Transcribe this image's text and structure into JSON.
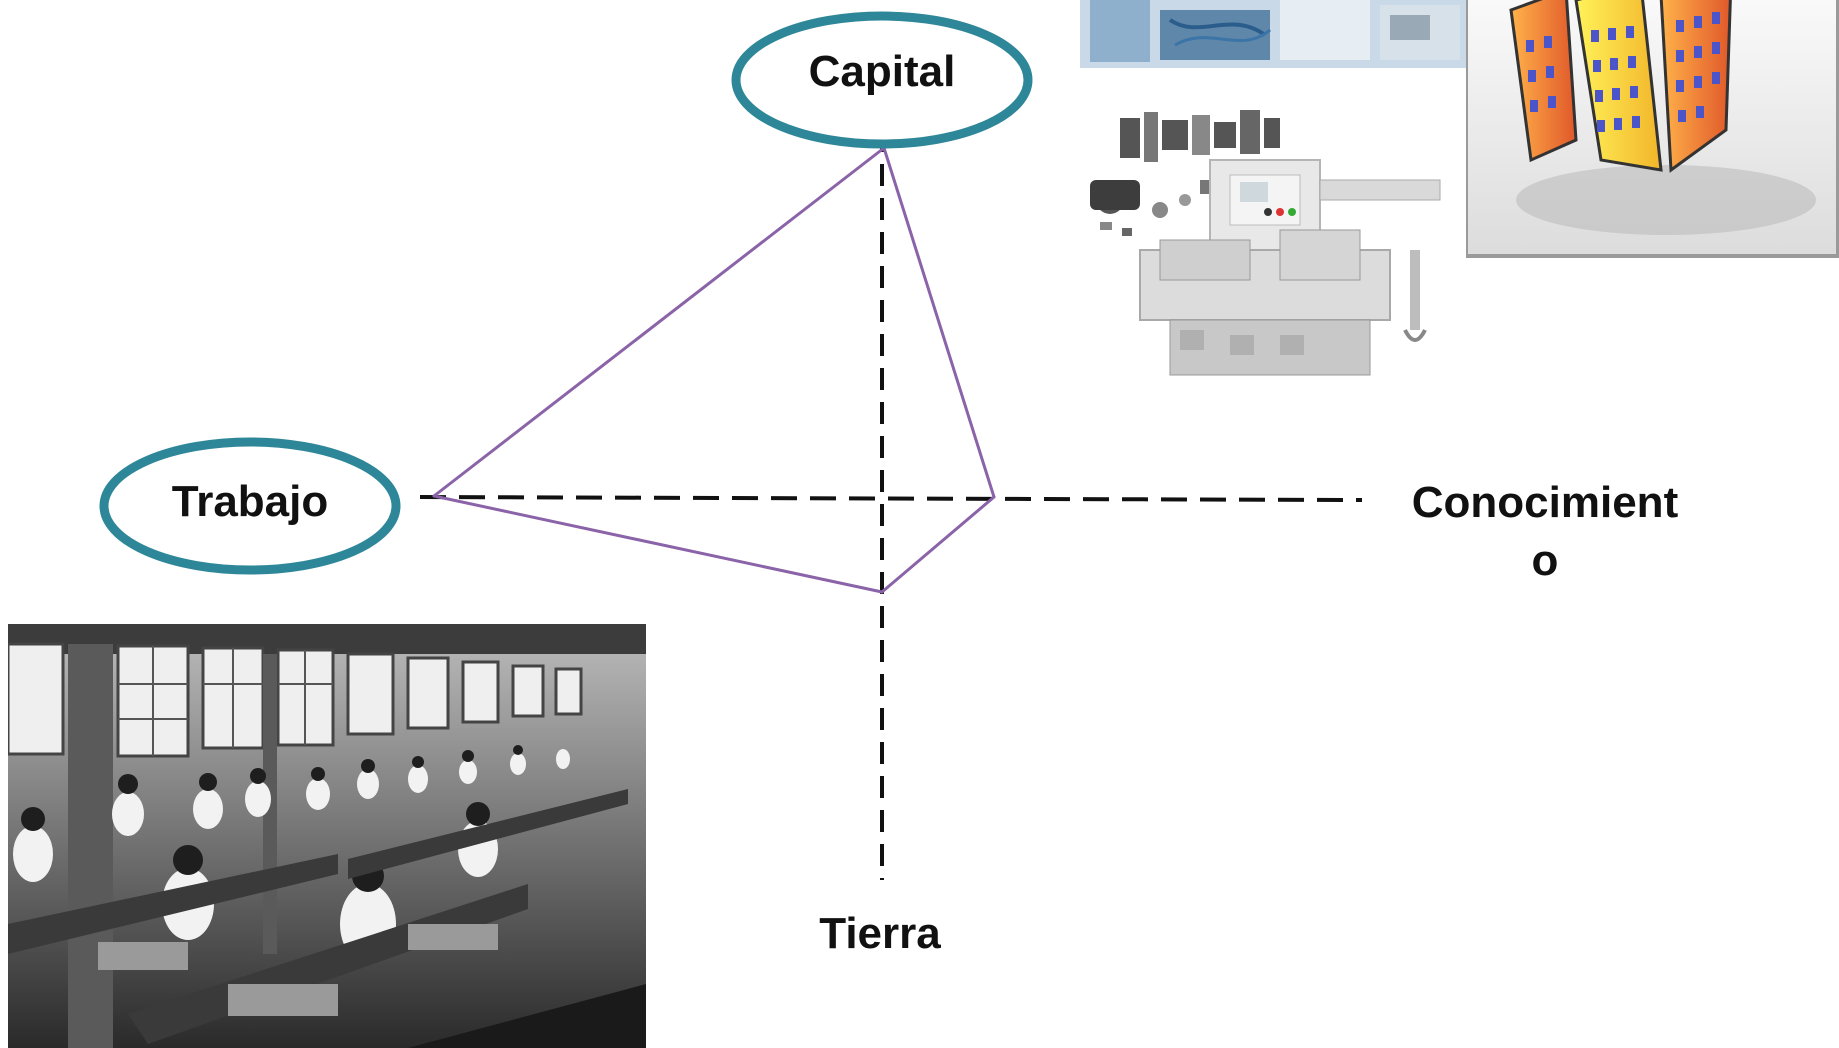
{
  "diagram": {
    "nodes": {
      "capital": "Capital",
      "trabajo": "Trabajo",
      "conocimiento_line1": "Conocimient",
      "conocimiento_line2": "o",
      "tierra": "Tierra"
    }
  },
  "colors": {
    "ellipse_stroke": "#2e8798",
    "triangle_stroke": "#8a63a8",
    "axis_stroke": "#111111",
    "text": "#111111"
  },
  "images": {
    "factory_photo": "black-and-white-factory-workers-photo",
    "machinery_photo": "industrial-machinery-photo",
    "buildings_icon": "office-buildings-icon"
  }
}
